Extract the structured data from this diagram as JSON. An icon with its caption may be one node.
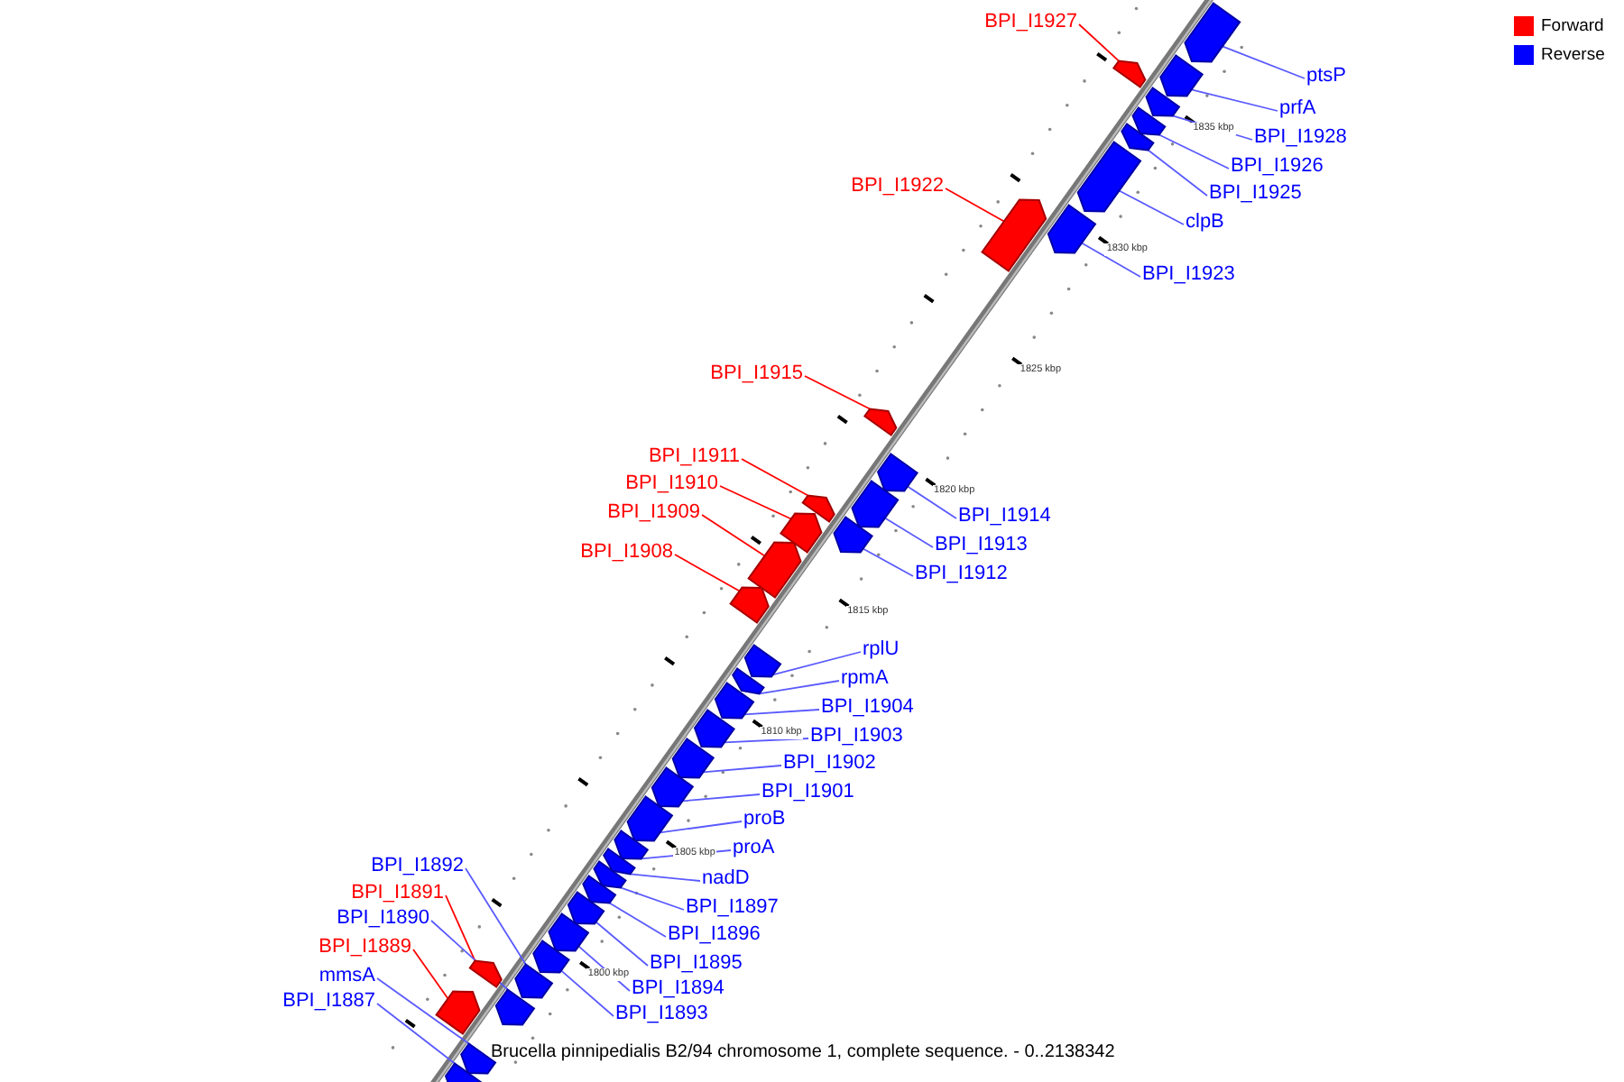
{
  "diagram": {
    "caption": "Brucella pinnipedialis B2/94 chromosome 1, complete sequence. - 0..2138342",
    "nodes": [
      {
        "text": [
          "BPI_I1927"
        ]
      },
      {
        "text": [],
        "shape": "box"
      },
      {
        "text": [
          "ptsP"
        ]
      },
      {
        "text": [],
        "shape": "box"
      },
      {
        "text": [
          "prfA"
        ]
      },
      {
        "text": [],
        "shape": "box"
      },
      {
        "text": [
          "BPI_I1928"
        ]
      },
      {
        "text": [],
        "shape": "box"
      },
      {
        "text": [
          "BPI_I1926"
        ]
      },
      {
        "text": [],
        "shape": "box"
      },
      {
        "text": [
          "BPI_I1925"
        ]
      },
      {
        "text": [],
        "shape": "box"
      },
      {
        "text": [
          "BPI_I1922"
        ]
      },
      {
        "text": [],
        "shape": "box"
      },
      {
        "text": [
          "clpB"
        ]
      },
      {
        "text": [],
        "shape": "box"
      },
      {
        "text": [
          "BPI_I1923"
        ]
      },
      {
        "text": [],
        "shape": "box"
      },
      {
        "text": [
          "BPI_I1915"
        ]
      },
      {
        "text": [],
        "shape": "box"
      },
      {
        "text": [
          "BPI_I1911"
        ]
      },
      {
        "text": [],
        "shape": "box"
      },
      {
        "text": [
          "BPI_I1910"
        ]
      },
      {
        "text": [],
        "shape": "box"
      },
      {
        "text": [
          "BPI_I1909"
        ]
      },
      {
        "text": [],
        "shape": "box"
      },
      {
        "text": [
          "BPI_I1914"
        ]
      },
      {
        "text": [],
        "shape": "box"
      },
      {
        "text": [
          "BPI_I1913"
        ]
      },
      {
        "text": [],
        "shape": "box"
      },
      {
        "text": [
          "BPI_I1908"
        ]
      },
      {
        "text": [],
        "shape": "box"
      },
      {
        "text": [
          "BPI_I1912"
        ]
      },
      {
        "text": [],
        "shape": "box"
      },
      {
        "text": [
          "rplU"
        ]
      },
      {
        "text": [],
        "shape": "box"
      },
      {
        "text": [
          "rpmA"
        ]
      },
      {
        "text": [],
        "shape": "box"
      },
      {
        "text": [
          "BPI_I1904"
        ]
      },
      {
        "text": [],
        "shape": "box"
      },
      {
        "text": [
          "BPI_I1903"
        ]
      },
      {
        "text": [],
        "shape": "box"
      },
      {
        "text": [
          "BPI_I1902"
        ]
      },
      {
        "text": [],
        "shape": "box"
      },
      {
        "text": [
          "BPI_I1901"
        ]
      },
      {
        "text": [],
        "shape": "box"
      },
      {
        "text": [
          "proB"
        ]
      },
      {
        "text": [],
        "shape": "box"
      },
      {
        "text": [
          "proA"
        ]
      },
      {
        "text": [],
        "shape": "box"
      },
      {
        "text": [
          "nadD"
        ]
      },
      {
        "text": [],
        "shape": "box"
      },
      {
        "text": [
          "BPI_I1897"
        ]
      },
      {
        "text": [],
        "shape": "box"
      },
      {
        "text": [
          "BPI_I1896"
        ]
      },
      {
        "text": [],
        "shape": "box"
      },
      {
        "text": [
          "BPI_I1892"
        ]
      },
      {
        "text": [],
        "shape": "box"
      },
      {
        "text": [
          "BPI_I1891"
        ]
      },
      {
        "text": [],
        "shape": "box"
      },
      {
        "text": [
          "BPI_I1890"
        ]
      },
      {
        "text": [],
        "shape": "box"
      },
      {
        "text": [
          "BPI_I1895"
        ]
      },
      {
        "text": [],
        "shape": "box"
      },
      {
        "text": [
          "BPI_I1889"
        ]
      },
      {
        "text": [],
        "shape": "box"
      },
      {
        "text": [
          "mmsA"
        ]
      },
      {
        "text": [],
        "shape": "box"
      },
      {
        "text": [
          "BPI_I1894"
        ]
      },
      {
        "text": [],
        "shape": "box"
      },
      {
        "text": [
          "BPI_I1887"
        ]
      },
      {
        "text": [],
        "shape": "box"
      },
      {
        "text": [
          "BPI_I1893"
        ]
      },
      {
        "text": [],
        "shape": "box"
      }
    ],
    "edges": [
      {
        "from": 0,
        "to": 1,
        "arrow": "none",
        "color": "#ff0000"
      },
      {
        "from": 2,
        "to": 3,
        "arrow": "none"
      },
      {
        "from": 4,
        "to": 5,
        "arrow": "none"
      },
      {
        "from": 6,
        "to": 7,
        "arrow": "none"
      },
      {
        "from": 8,
        "to": 9,
        "arrow": "none"
      },
      {
        "from": 10,
        "to": 11,
        "arrow": "none"
      },
      {
        "from": 12,
        "to": 13,
        "arrow": "none",
        "color": "#ff0000"
      },
      {
        "from": 14,
        "to": 15,
        "arrow": "none"
      },
      {
        "from": 16,
        "to": 17,
        "arrow": "none"
      },
      {
        "from": 18,
        "to": 19,
        "arrow": "none",
        "color": "#ff0000"
      },
      {
        "from": 20,
        "to": 21,
        "arrow": "none",
        "color": "#ff0000"
      },
      {
        "from": 22,
        "to": 23,
        "arrow": "none",
        "color": "#ff0000"
      },
      {
        "from": 24,
        "to": 25,
        "arrow": "none",
        "color": "#ff0000"
      },
      {
        "from": 26,
        "to": 27,
        "arrow": "none"
      },
      {
        "from": 28,
        "to": 29,
        "arrow": "none"
      },
      {
        "from": 30,
        "to": 31,
        "arrow": "none",
        "color": "#ff0000"
      },
      {
        "from": 32,
        "to": 33,
        "arrow": "none"
      },
      {
        "from": 34,
        "to": 35,
        "arrow": "none"
      },
      {
        "from": 36,
        "to": 37,
        "arrow": "none"
      },
      {
        "from": 38,
        "to": 39,
        "arrow": "none"
      },
      {
        "from": 40,
        "to": 41,
        "arrow": "none"
      },
      {
        "from": 42,
        "to": 43,
        "arrow": "none"
      },
      {
        "from": 44,
        "to": 45,
        "arrow": "none"
      },
      {
        "from": 46,
        "to": 47,
        "arrow": "none"
      },
      {
        "from": 48,
        "to": 49,
        "arrow": "none"
      },
      {
        "from": 50,
        "to": 51,
        "arrow": "none"
      },
      {
        "from": 52,
        "to": 53,
        "arrow": "none"
      },
      {
        "from": 54,
        "to": 55,
        "arrow": "none"
      },
      {
        "from": 56,
        "to": 57,
        "arrow": "none"
      },
      {
        "from": 58,
        "to": 59,
        "arrow": "none",
        "color": "#ff0000"
      },
      {
        "from": 60,
        "to": 61,
        "arrow": "none"
      },
      {
        "from": 62,
        "to": 63,
        "arrow": "none"
      },
      {
        "from": 64,
        "to": 65,
        "arrow": "none",
        "color": "#ff0000"
      },
      {
        "from": 66,
        "to": 67,
        "arrow": "none"
      },
      {
        "from": 68,
        "to": 69,
        "arrow": "none"
      },
      {
        "from": 70,
        "to": 71,
        "arrow": "none"
      },
      {
        "from": 72,
        "to": 73,
        "arrow": "none"
      }
    ],
    "labels": [
      "1835 kbp",
      "1830 kbp",
      "1825 kbp",
      "1820 kbp",
      "1815 kbp",
      "1810 kbp",
      "1805 kbp",
      "1800 kbp"
    ],
    "legend": [
      {
        "text": "Forward",
        "color": "#ff0000"
      },
      {
        "text": "Reverse",
        "color": "#0000ff"
      }
    ]
  }
}
